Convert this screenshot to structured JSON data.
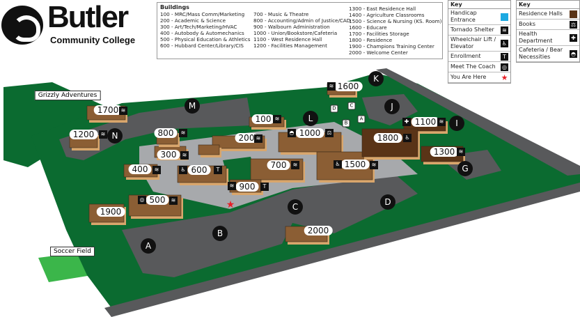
{
  "logo": {
    "name": "Butler",
    "subtitle": "Community College"
  },
  "buildings_legend": {
    "title": "Buildings",
    "columns": [
      [
        "100 - MRC/Mass Comm/Marketing",
        "200 - Academic & Science",
        "300 - Art/Tech/Marketing/HVAC",
        "400 - Autobody & Automechanics",
        "500 - Physical Education & Athletics",
        "600 - Hubbard Center/Library/CIS"
      ],
      [
        "700 - Music & Theatre",
        "800 - Accounting/Admin of Justice/CAD",
        "900 - Walbourn Administration",
        "1000 - Union/Bookstore/Cafeteria",
        "1100 - West Residence Hall",
        "1200 - Facilities Management"
      ],
      [
        "1300 - East Residence Hall",
        "1400 - Agriculture Classrooms",
        "1500 - Science & Nursing (KS. Room)",
        "1600 - Educare",
        "1700 - Facilities Storage",
        "1800 - Residence",
        "1900 - Champions Training Center",
        "2000 - Welcome Center"
      ]
    ]
  },
  "key1": {
    "title": "Key",
    "items": [
      {
        "label": "Handicap Entrance",
        "icon": "square-blue"
      },
      {
        "label": "Tornado Shelter",
        "icon": "tornado"
      },
      {
        "label": "Wheelchair Lift / Elevator",
        "icon": "wheelchair"
      },
      {
        "label": "Enrollment",
        "icon": "sign"
      },
      {
        "label": "Meet The Coach",
        "icon": "football"
      },
      {
        "label": "You Are Here",
        "icon": "star"
      }
    ]
  },
  "key2": {
    "title": "Key",
    "items": [
      {
        "label": "Residence Halls",
        "icon": "square-brown"
      },
      {
        "label": "Books",
        "icon": "books"
      },
      {
        "label": "Health Department",
        "icon": "health"
      },
      {
        "label": "Cafeteria / Bear Necessities",
        "icon": "cloche"
      }
    ]
  },
  "colors": {
    "green": "#0b6b30",
    "parking": "#58595b",
    "walk": "#a7a9ac",
    "building": "#8b5e34",
    "building_side": "#d9a66c",
    "handicap": "#1ca9e1",
    "residence": "#5a3417",
    "star": "#e81e25"
  },
  "areas": {
    "grizzly": "Grizzly Adventures",
    "soccer": "Soccer Field"
  },
  "building_labels": [
    "100",
    "200",
    "300",
    "400",
    "500",
    "600",
    "700",
    "800",
    "900",
    "1000",
    "1100",
    "1200",
    "1300",
    "1500",
    "1600",
    "1700",
    "1800",
    "1900",
    "2000"
  ],
  "lot_labels": [
    "A",
    "B",
    "C",
    "D",
    "G",
    "I",
    "J",
    "K",
    "L",
    "M",
    "N"
  ],
  "small_labels": [
    "D",
    "C",
    "A",
    "B"
  ]
}
